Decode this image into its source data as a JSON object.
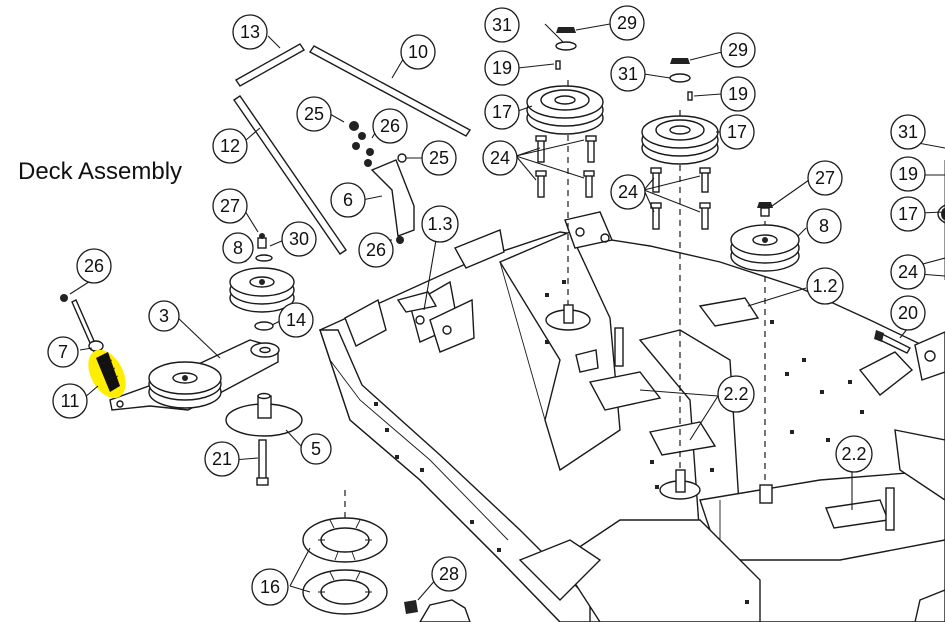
{
  "title": "Deck Assembly",
  "callouts": {
    "c13": "13",
    "c10": "10",
    "c12": "12",
    "c25a": "25",
    "c26a": "26",
    "c25b": "25",
    "c6": "6",
    "c26b": "26",
    "c1_3": "1.3",
    "c31a": "31",
    "c29a": "29",
    "c19a": "19",
    "c17a": "17",
    "c24a": "24",
    "c29b": "29",
    "c31b": "31",
    "c19b": "19",
    "c17b": "17",
    "c24b": "24",
    "c27a": "27",
    "c8a": "8",
    "c1_2": "1.2",
    "c2_2a": "2.2",
    "c2_2b": "2.2",
    "c31c": "31",
    "c19c": "19",
    "c17c": "17",
    "c24c": "24",
    "c20": "20",
    "c27b": "27",
    "c8b": "8",
    "c30": "30",
    "c14": "14",
    "c3": "3",
    "c5": "5",
    "c21": "21",
    "c26c": "26",
    "c7": "7",
    "c11": "11",
    "c16": "16",
    "c28": "28"
  },
  "colors": {
    "line": "#1a1a1a",
    "highlight": "#ffee00",
    "background": "#ffffff"
  }
}
